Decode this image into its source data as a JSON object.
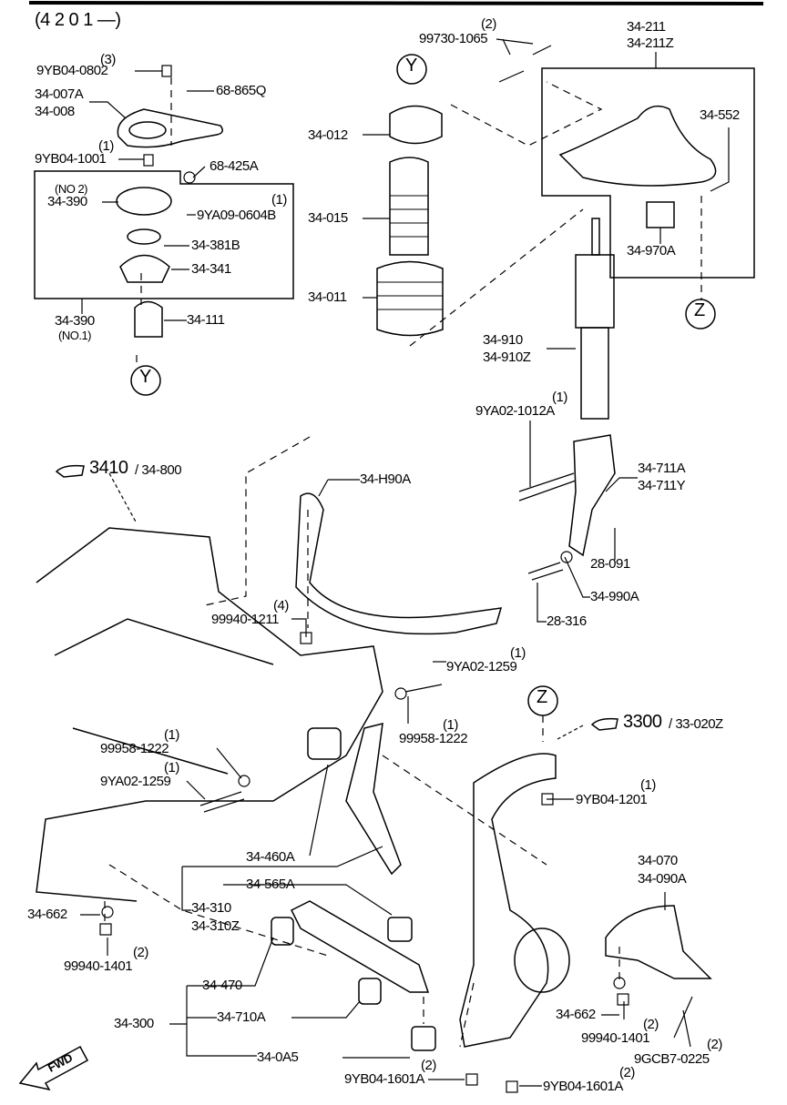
{
  "header": {
    "group_code": "(4 2 0 1 —)"
  },
  "callouts": {
    "y": "Y",
    "z": "Z"
  },
  "refs": {
    "ref_3410": "3410",
    "ref_3410_part": "/ 34-800",
    "ref_3300": "3300",
    "ref_3300_part": "/ 33-020Z"
  },
  "labels": {
    "q2a": "(2)",
    "p99730_1065": "99730-1065",
    "p34_211": "34-211",
    "p34_211z": "34-211Z",
    "q3": "(3)",
    "p9yb04_0802": "9YB04-0802",
    "p68_865q": "68-865Q",
    "p34_007a": "34-007A",
    "p34_008": "34-008",
    "p34_552": "34-552",
    "p34_012": "34-012",
    "q1a": "(1)",
    "p9yb04_1001": "9YB04-1001",
    "p68_425a": "68-425A",
    "no2": "(NO 2)",
    "p34_390a": "34-390",
    "q1b": "(1)",
    "p9ya09_0604b": "9YA09-0604B",
    "p34_015": "34-015",
    "p34_970a": "34-970A",
    "p34_381b": "34-381B",
    "p34_341": "34-341",
    "p34_011": "34-011",
    "p34_390b": "34-390",
    "no1": "(NO.1)",
    "p34_111": "34-111",
    "p34_910": "34-910",
    "p34_910z": "34-910Z",
    "q1c": "(1)",
    "p9ya02_1012a": "9YA02-1012A",
    "p34_h90a": "34-H90A",
    "p34_711a": "34-711A",
    "p34_711y": "34-711Y",
    "p28_091": "28-091",
    "p34_990a": "34-990A",
    "q4": "(4)",
    "p99940_1211": "99940-1211",
    "p28_316": "28-316",
    "q1d": "(1)",
    "p9ya02_1259a": "9YA02-1259",
    "q1e": "(1)",
    "p99958_1222a": "99958-1222",
    "q1f": "(1)",
    "p99958_1222b": "99958-1222",
    "q1g": "(1)",
    "p9ya02_1259b": "9YA02-1259",
    "q1h": "(1)",
    "p9yb04_1201": "9YB04-1201",
    "p34_070": "34-070",
    "p34_090a": "34-090A",
    "p34_460a": "34-460A",
    "p34_565a": "34-565A",
    "p34_310": "34-310",
    "p34_310z": "34-310Z",
    "p34_662a": "34-662",
    "q2b": "(2)",
    "p99940_1401a": "99940-1401",
    "p34_470": "34-470",
    "p34_300": "34-300",
    "p34_710a": "34-710A",
    "p34_662b": "34-662",
    "q2c": "(2)",
    "p99940_1401b": "99940-1401",
    "q2d": "(2)",
    "p9gcb7_0225": "9GCB7-0225",
    "p34_0a5": "34-0A5",
    "q2e": "(2)",
    "p9yb04_1601a_a": "9YB04-1601A",
    "q2f": "(2)",
    "p9yb04_1601a_b": "9YB04-1601A"
  },
  "fwd": "FWD"
}
